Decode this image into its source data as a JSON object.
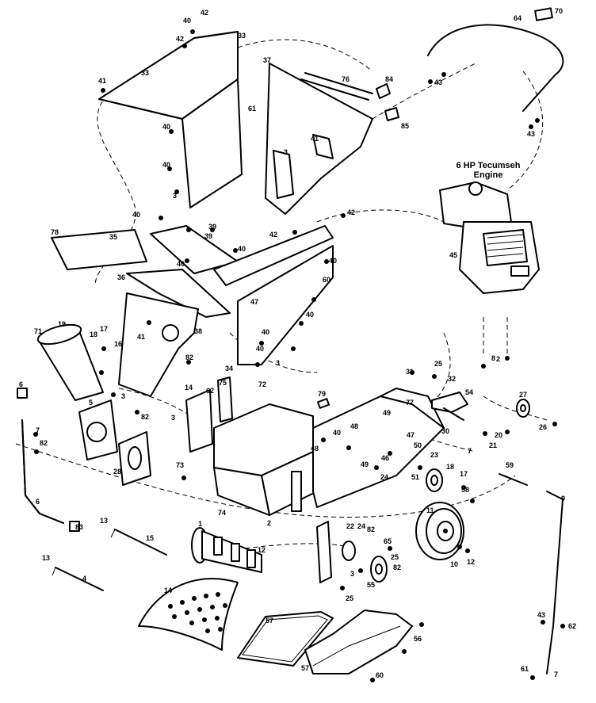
{
  "diagram": {
    "engine_caption": [
      "6 HP Tecumseh",
      "Engine"
    ],
    "callouts": [
      {
        "id": "c1",
        "text": "42"
      },
      {
        "id": "c2",
        "text": "40"
      },
      {
        "id": "c3",
        "text": "42"
      },
      {
        "id": "c4",
        "text": "33"
      },
      {
        "id": "c5",
        "text": "33"
      },
      {
        "id": "c6",
        "text": "41"
      },
      {
        "id": "c7",
        "text": "61"
      },
      {
        "id": "c8",
        "text": "40"
      },
      {
        "id": "c9",
        "text": "40"
      },
      {
        "id": "c10",
        "text": "3"
      },
      {
        "id": "c11",
        "text": "37"
      },
      {
        "id": "c12",
        "text": "76"
      },
      {
        "id": "c13",
        "text": "84"
      },
      {
        "id": "c14",
        "text": "85"
      },
      {
        "id": "c15",
        "text": "41"
      },
      {
        "id": "c16",
        "text": "3"
      },
      {
        "id": "c17",
        "text": "42"
      },
      {
        "id": "c18",
        "text": "42"
      },
      {
        "id": "c19",
        "text": "64"
      },
      {
        "id": "c20",
        "text": "70"
      },
      {
        "id": "c21",
        "text": "43"
      },
      {
        "id": "c22",
        "text": "43"
      },
      {
        "id": "c23",
        "text": "45"
      },
      {
        "id": "c24",
        "text": "78"
      },
      {
        "id": "c25",
        "text": "35"
      },
      {
        "id": "c26",
        "text": "40"
      },
      {
        "id": "c27",
        "text": "39"
      },
      {
        "id": "c28",
        "text": "39"
      },
      {
        "id": "c29",
        "text": "40"
      },
      {
        "id": "c30",
        "text": "40"
      },
      {
        "id": "c31",
        "text": "40"
      },
      {
        "id": "c32",
        "text": "60"
      },
      {
        "id": "c33",
        "text": "36"
      },
      {
        "id": "c34",
        "text": "47"
      },
      {
        "id": "c35",
        "text": "40"
      },
      {
        "id": "c36",
        "text": "40"
      },
      {
        "id": "c37",
        "text": "41"
      },
      {
        "id": "c38",
        "text": "38"
      },
      {
        "id": "c39",
        "text": "40"
      },
      {
        "id": "c40",
        "text": "34"
      },
      {
        "id": "c41",
        "text": "3"
      },
      {
        "id": "c42",
        "text": "71"
      },
      {
        "id": "c43",
        "text": "19"
      },
      {
        "id": "c44",
        "text": "18"
      },
      {
        "id": "c45",
        "text": "17"
      },
      {
        "id": "c46",
        "text": "16"
      },
      {
        "id": "c47",
        "text": "82"
      },
      {
        "id": "c48",
        "text": "14"
      },
      {
        "id": "c49",
        "text": "62"
      },
      {
        "id": "c50",
        "text": "3"
      },
      {
        "id": "c51",
        "text": "82"
      },
      {
        "id": "c52",
        "text": "3"
      },
      {
        "id": "c53",
        "text": "75"
      },
      {
        "id": "c54",
        "text": "72"
      },
      {
        "id": "c55",
        "text": "79"
      },
      {
        "id": "c56",
        "text": "77"
      },
      {
        "id": "c57",
        "text": "49"
      },
      {
        "id": "c58",
        "text": "48"
      },
      {
        "id": "c59",
        "text": "40"
      },
      {
        "id": "c60",
        "text": "48"
      },
      {
        "id": "c61",
        "text": "47"
      },
      {
        "id": "c62",
        "text": "50"
      },
      {
        "id": "c63",
        "text": "49"
      },
      {
        "id": "c64",
        "text": "46"
      },
      {
        "id": "c65",
        "text": "25"
      },
      {
        "id": "c66",
        "text": "31"
      },
      {
        "id": "c67",
        "text": "32"
      },
      {
        "id": "c68",
        "text": "54"
      },
      {
        "id": "c69",
        "text": "30"
      },
      {
        "id": "c70",
        "text": "27"
      },
      {
        "id": "c71",
        "text": "26"
      },
      {
        "id": "c72",
        "text": "20"
      },
      {
        "id": "c73",
        "text": "21"
      },
      {
        "id": "c74",
        "text": "7"
      },
      {
        "id": "c75",
        "text": "8"
      },
      {
        "id": "c76",
        "text": "6"
      },
      {
        "id": "c77",
        "text": "7"
      },
      {
        "id": "c78",
        "text": "82"
      },
      {
        "id": "c79",
        "text": "5"
      },
      {
        "id": "c80",
        "text": "6"
      },
      {
        "id": "c81",
        "text": "83"
      },
      {
        "id": "c82",
        "text": "28"
      },
      {
        "id": "c83",
        "text": "73"
      },
      {
        "id": "c84",
        "text": "74"
      },
      {
        "id": "c85",
        "text": "2"
      },
      {
        "id": "c86",
        "text": "24"
      },
      {
        "id": "c87",
        "text": "51"
      },
      {
        "id": "c88",
        "text": "23"
      },
      {
        "id": "c89",
        "text": "18"
      },
      {
        "id": "c90",
        "text": "17"
      },
      {
        "id": "c91",
        "text": "58"
      },
      {
        "id": "c92",
        "text": "59"
      },
      {
        "id": "c93",
        "text": "9"
      },
      {
        "id": "c94",
        "text": "11"
      },
      {
        "id": "c95",
        "text": "10"
      },
      {
        "id": "c96",
        "text": "12"
      },
      {
        "id": "c97",
        "text": "13"
      },
      {
        "id": "c98",
        "text": "15"
      },
      {
        "id": "c99",
        "text": "1"
      },
      {
        "id": "c100",
        "text": "12"
      },
      {
        "id": "c101",
        "text": "13"
      },
      {
        "id": "c102",
        "text": "4"
      },
      {
        "id": "c103",
        "text": "14"
      },
      {
        "id": "c104",
        "text": "22"
      },
      {
        "id": "c105",
        "text": "24"
      },
      {
        "id": "c106",
        "text": "82"
      },
      {
        "id": "c107",
        "text": "65"
      },
      {
        "id": "c108",
        "text": "25"
      },
      {
        "id": "c109",
        "text": "82"
      },
      {
        "id": "c110",
        "text": "3"
      },
      {
        "id": "c111",
        "text": "25"
      },
      {
        "id": "c112",
        "text": "55"
      },
      {
        "id": "c113",
        "text": "57"
      },
      {
        "id": "c114",
        "text": "56"
      },
      {
        "id": "c115",
        "text": "57"
      },
      {
        "id": "c116",
        "text": "60"
      },
      {
        "id": "c117",
        "text": "43"
      },
      {
        "id": "c118",
        "text": "62"
      },
      {
        "id": "c119",
        "text": "61"
      },
      {
        "id": "c120",
        "text": "7"
      },
      {
        "id": "c121",
        "text": "2"
      }
    ]
  }
}
